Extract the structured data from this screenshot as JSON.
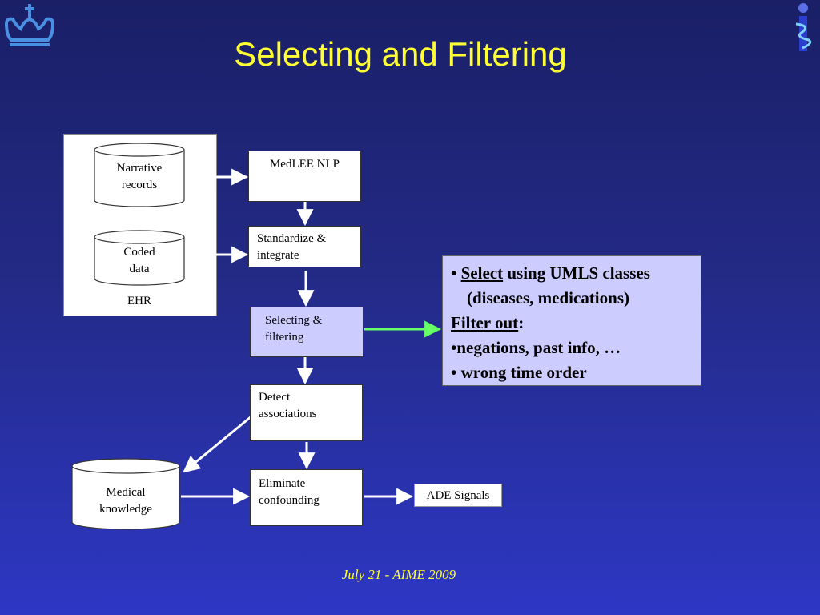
{
  "title": "Selecting and Filtering",
  "ehr": {
    "label": "EHR",
    "narrative": [
      "Narrative",
      "records"
    ],
    "coded": [
      "Coded",
      "data"
    ]
  },
  "steps": {
    "medlee": "MedLEE NLP",
    "standardize": [
      "Standardize &",
      "integrate"
    ],
    "selecting": [
      "Selecting &",
      "filtering"
    ],
    "detect": [
      "Detect",
      "associations"
    ],
    "eliminate": [
      "Eliminate",
      "confounding"
    ]
  },
  "medical_knowledge": [
    "Medical",
    "knowledge"
  ],
  "ade_signals": "ADE Signals",
  "info": {
    "bullet1_prefix": "• ",
    "bullet1_key": "Select",
    "bullet1_rest": " using UMLS classes",
    "bullet1_cont": "(diseases, medications)",
    "filter_key": "Filter out",
    "filter_colon": ":",
    "bullet2": "•negations, past info, …",
    "bullet3": "• wrong time order"
  },
  "footer": "July 21 - AIME 2009",
  "colors": {
    "title": "#ffff33",
    "highlight": "#ccccff",
    "green_arrow": "#66ff66"
  },
  "icons": [
    "crown-logo-icon",
    "caduceus-info-icon"
  ]
}
